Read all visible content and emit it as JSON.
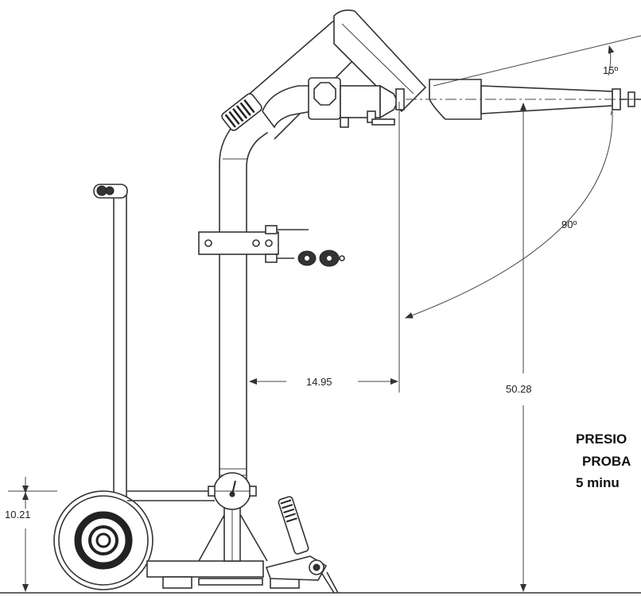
{
  "dimensions": {
    "reach": "14.95",
    "height": "50.28",
    "wheel_height": "10.21",
    "tilt_angle": "15º",
    "swing_angle": "90º"
  },
  "note": {
    "line1": "PRESIO",
    "line2": "PROBA",
    "line3": "5 minu"
  },
  "colors": {
    "line": "#333333",
    "background": "#ffffff"
  }
}
